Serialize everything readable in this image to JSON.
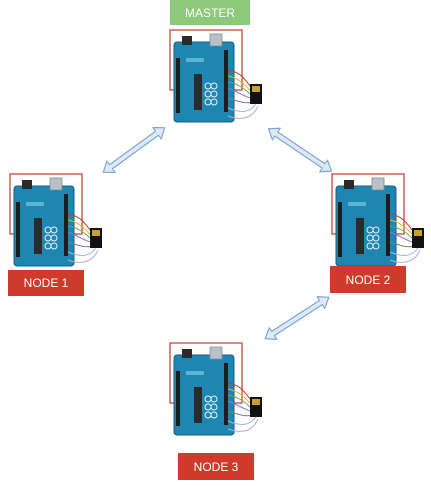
{
  "labels": {
    "master": "MASTER",
    "node1": "NODE 1",
    "node2": "NODE 2",
    "node3": "NODE 3"
  },
  "colors": {
    "master_label": "#8dc97a",
    "node_label": "#d03a2a",
    "board": "#1f86b2",
    "wire_red": "#c0392b",
    "arrow_fill": "#dde9f6",
    "arrow_stroke": "#7ea6cf"
  },
  "icons": {
    "board": "arduino-board-icon",
    "module": "nrf24-module-icon",
    "link": "double-arrow-icon"
  }
}
